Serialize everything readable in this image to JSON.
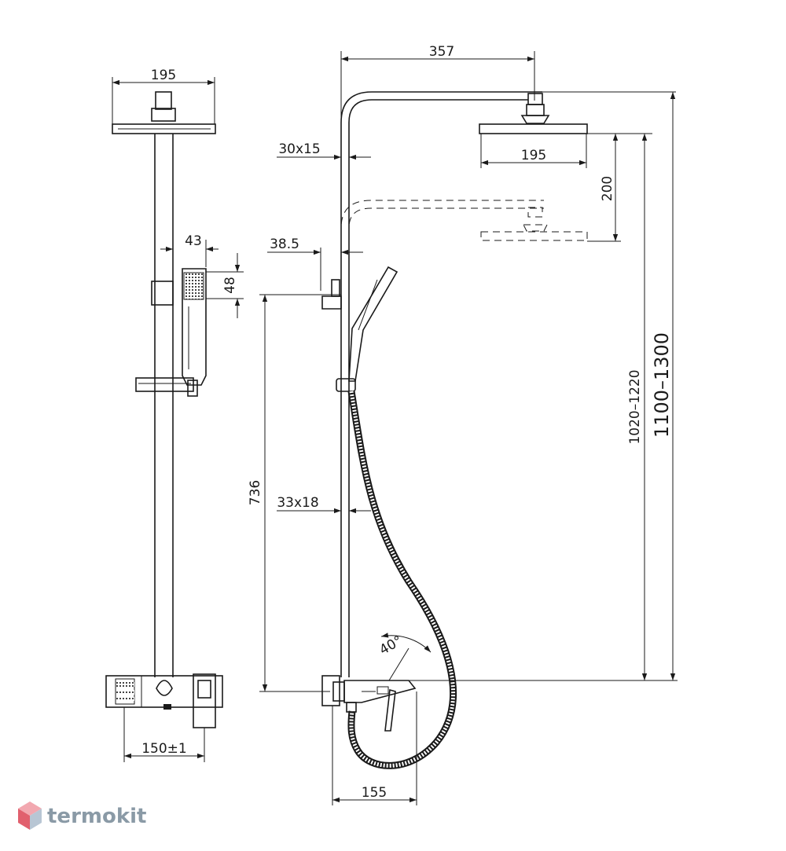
{
  "dimensions": {
    "front_head_width": "195",
    "handshower_offset": "43",
    "handshower_height": "48",
    "mixer_width": "150±1",
    "arm_reach": "357",
    "side_head_width": "195",
    "head_adjust": "200",
    "upper_pipe_section": "30x15",
    "holder_offset": "38.5",
    "holder_height": "736",
    "lower_pipe_section": "33x18",
    "mixer_projection": "155",
    "lever_angle": "40°",
    "height_range_head": "1020–1220",
    "height_range_total": "1100–1300"
  },
  "watermark": {
    "brand": "termokit",
    "icon": "cube-logo-icon",
    "color": "#8a9aa6"
  }
}
